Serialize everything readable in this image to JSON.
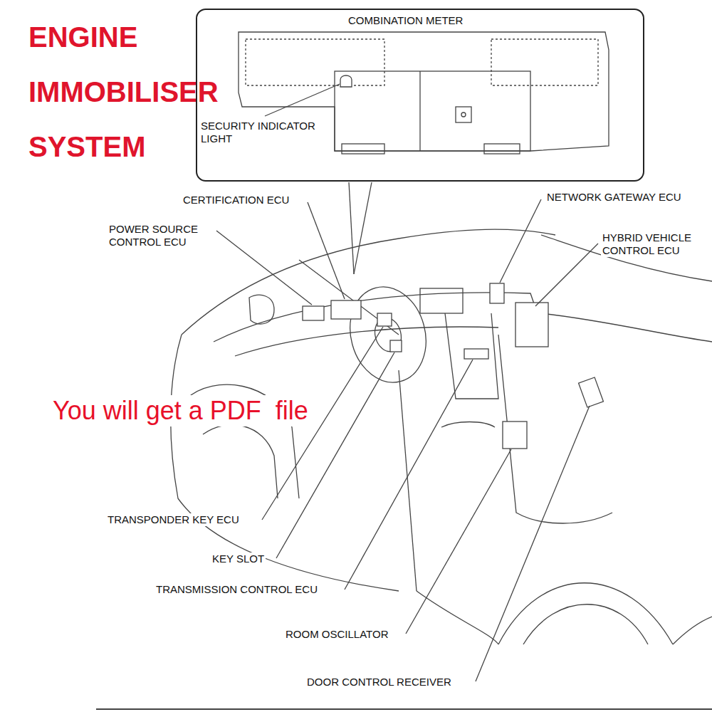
{
  "diagram": {
    "title": "ENGINE IMMOBILISER SYSTEM",
    "nodes": [
      {
        "text": [
          "COMBINATION METER",
          "SECURITY INDICATOR LIGHT"
        ]
      }
    ],
    "labels": [
      "CERTIFICATION ECU",
      "POWER SOURCE CONTROL ECU",
      "NETWORK GATEWAY ECU",
      "HYBRID VEHICLE CONTROL ECU",
      "TRANSPONDER KEY ECU",
      "KEY SLOT",
      "TRANSMISSION CONTROL ECU",
      "ROOM OSCILLATOR",
      "DOOR CONTROL RECEIVER",
      "You will get a PDF  file"
    ]
  }
}
